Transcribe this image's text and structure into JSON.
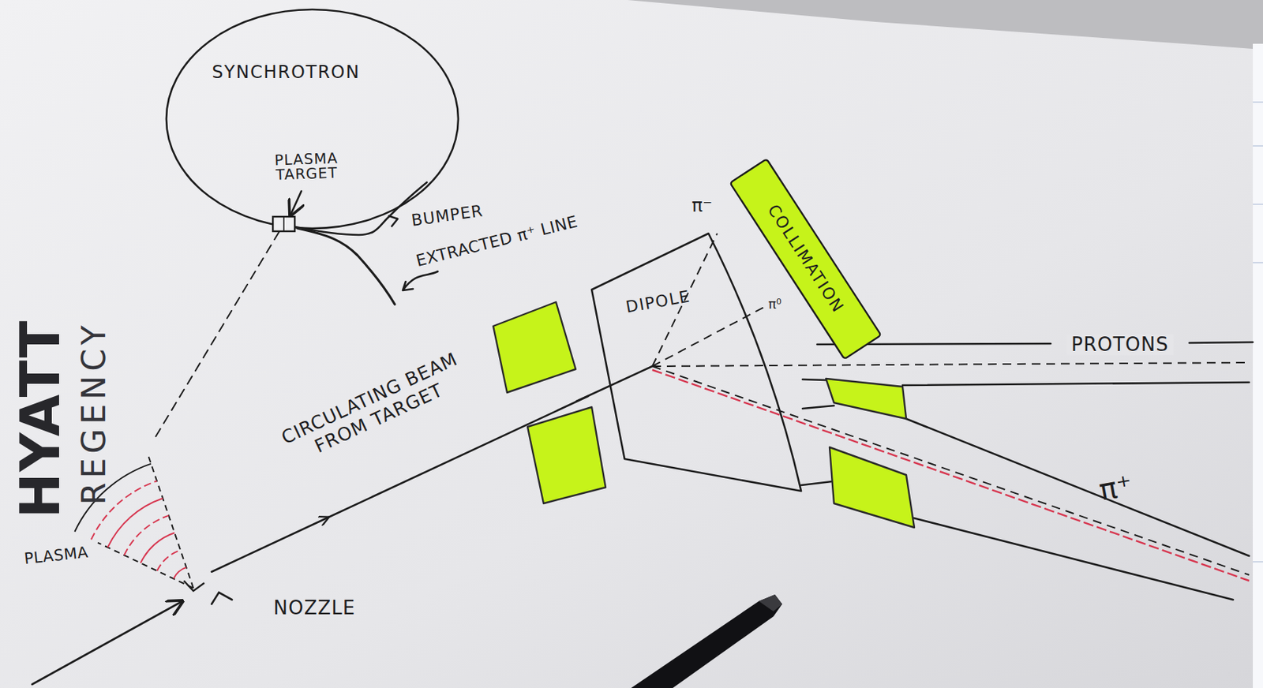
{
  "diagram": {
    "nodes": [
      {
        "text": [
          "SYNCHROTRON"
        ]
      },
      {
        "text": [
          "PLASMA TARGET"
        ],
        "in": 0
      },
      {
        "text": [
          "DIPOLE"
        ]
      },
      {
        "text": [
          "COLLIMATION"
        ]
      },
      {
        "text": [
          "PLASMA"
        ]
      }
    ],
    "edges": [
      {
        "from": 4,
        "to": 2,
        "arrow": "to",
        "label": "CIRCULATING BEAM FROM TARGET"
      },
      {
        "from": 1,
        "to": 4,
        "arrow": "none"
      }
    ],
    "labels": [
      "BUMPER",
      "EXTRACTED π⁺ LINE",
      "π⁻",
      "π⁰",
      "PROTONS",
      "π⁺",
      "NOZZLE",
      "HYATT",
      "REGENCY"
    ]
  }
}
